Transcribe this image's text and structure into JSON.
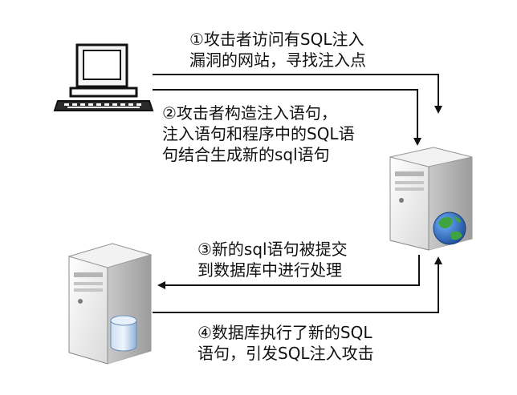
{
  "steps": [
    {
      "lines": [
        "①攻击者访问有SQL注入",
        "漏洞的网站，寻找注入点"
      ]
    },
    {
      "lines": [
        "②攻击者构造注入语句，",
        "注入语句和程序中的SQL语",
        "句结合生成新的sql语句"
      ]
    },
    {
      "lines": [
        "③新的sql语句被提交",
        "到数据库中进行处理"
      ]
    },
    {
      "lines": [
        "④数据库执行了新的SQL",
        "语句，引发SQL注入攻击"
      ]
    }
  ],
  "icons": {
    "client": "computer-terminal-icon",
    "web_server": "web-server-icon",
    "globe": "globe-icon",
    "db_server": "database-server-icon"
  },
  "colors": {
    "arrow": "#111111",
    "server_body": "#e6e6e6",
    "globe_blue": "#1f5fb0",
    "globe_green": "#3fa33f",
    "database": "#a9c6e4"
  }
}
